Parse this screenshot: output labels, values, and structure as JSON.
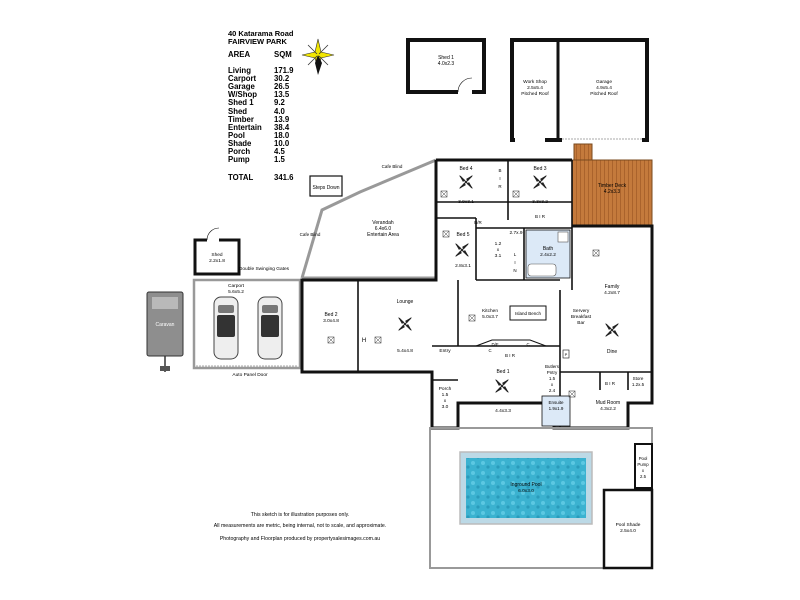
{
  "address": {
    "line1": "40 Katarama Road",
    "line2": "FAIRVIEW PARK"
  },
  "area_table": {
    "header": {
      "label": "AREA",
      "unit": "SQM"
    },
    "rows": [
      {
        "label": "Living",
        "value": "171.9"
      },
      {
        "label": "Carport",
        "value": "30.2"
      },
      {
        "label": "Garage",
        "value": "26.5"
      },
      {
        "label": "W/Shop",
        "value": "13.5"
      },
      {
        "label": "Shed 1",
        "value": "9.2"
      },
      {
        "label": "Shed",
        "value": "4.0"
      },
      {
        "label": "Timber",
        "value": "13.9"
      },
      {
        "label": "Entertain",
        "value": "38.4"
      },
      {
        "label": "Pool",
        "value": "18.0"
      },
      {
        "label": "Shade",
        "value": "10.0"
      },
      {
        "label": "Porch",
        "value": "4.5"
      },
      {
        "label": "Pump",
        "value": "1.5"
      }
    ],
    "total": {
      "label": "TOTAL",
      "value": "341.6"
    }
  },
  "rooms": {
    "shed1": {
      "name": "Shed 1",
      "size": "4.0x2.3"
    },
    "workshop": {
      "name": "Work Shop",
      "size": "2.5x5.4",
      "note": "Pitched Roof"
    },
    "garage": {
      "name": "Garage",
      "size": "4.9x5.4",
      "note": "Pitched Roof"
    },
    "bed4": {
      "name": "Bed 4",
      "size": "3.9x3.1"
    },
    "bed3": {
      "name": "Bed 3",
      "size": "3.3x3.2"
    },
    "timber_deck": {
      "name": "Timber Deck",
      "size": "4.2x3.3"
    },
    "verandah": {
      "name": "Verandah",
      "size": "6.4x6.0",
      "note": "Entertain Area"
    },
    "bed5": {
      "name": "Bed 5",
      "size": "2.8x3.1"
    },
    "hall": {
      "top": "1.2",
      "mid": "x",
      "bot": "3.1"
    },
    "corridor": {
      "size": "2.7x.9"
    },
    "bath": {
      "name": "Bath",
      "size": "2.4x2.2"
    },
    "family": {
      "name": "Family",
      "size": "4.2x8.7"
    },
    "shed": {
      "name": "Shed",
      "size": "2.2x1.8"
    },
    "carport": {
      "name": "Carport",
      "size": "5.6x5.2"
    },
    "bed2": {
      "name": "Bed 2",
      "size": "3.0x4.8"
    },
    "lounge": {
      "name": "Lounge",
      "size": "5.4x4.8"
    },
    "kitchen": {
      "name": "Kitchen",
      "size": "5.0x3.7"
    },
    "serving": {
      "name": "Servery",
      "note": "Breakfast",
      "note2": "Bar"
    },
    "dine": {
      "name": "Dine"
    },
    "bed1": {
      "name": "Bed 1",
      "size": "4.4x3.3"
    },
    "butlers": {
      "name": "Butlers",
      "word2": "Pntry",
      "size1": "1.5",
      "mid": "x",
      "size2": "2.4"
    },
    "ensuite": {
      "name": "Ensuite",
      "size": "1.9x1.9"
    },
    "store": {
      "name": "Store",
      "size": "1.2x.5"
    },
    "mud_room": {
      "name": "Mud Room",
      "size": "4.3x2.2"
    },
    "porch": {
      "name": "Porch",
      "size1": "1.5",
      "mid": "x",
      "size2": "3.0"
    },
    "pool": {
      "name": "Inground Pool",
      "size": "6.0x3.0"
    },
    "pool_pump": {
      "w1": "Pool",
      "w2": "Pump",
      "w3": "x",
      "w4": "2.5"
    },
    "pool_shade": {
      "name": "Pool Shade",
      "size": "2.5x4.0"
    },
    "caravan": {
      "name": "Caravan"
    }
  },
  "labels": {
    "cafe_blind_1": "Cafe Blind",
    "cafe_blind_2": "Cafe Blind",
    "steps_down": "Steps Down",
    "double_gates": "Double Swinging Gates",
    "auto_panel_door": "Auto Panel Door",
    "island_bench": "Island Bench",
    "entry": "Entry",
    "wir_bed4": "B",
    "wir_bed4b": "I",
    "wir_bed4c": "R",
    "bir_bed3": "B I R",
    "bir_bed5": "B/R",
    "bir_bed1": "B I R",
    "bir_family": "B I R",
    "df": "D/F",
    "c": "C",
    "lin_l": "L",
    "lin_i": "I",
    "lin_n": "N",
    "p": "P",
    "h": "H"
  },
  "notes": {
    "line1": "This sketch is for illustration purposes only.",
    "line2": "All measurements are metric, being internal, not to scale, and approximate.",
    "line3": "Photography and Floorplan produced by propertysalesimages.com.au"
  }
}
